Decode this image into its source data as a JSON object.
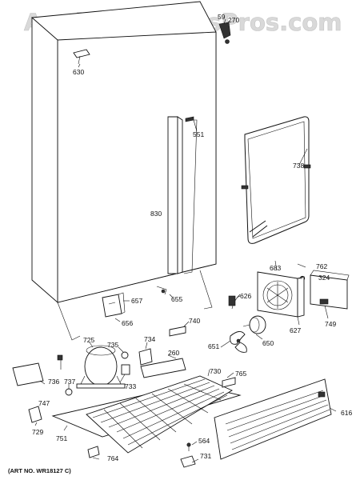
{
  "watermark": "AppliancePartsPros.com",
  "art_number": "(ART NO. WR18127 C)",
  "callouts": {
    "c630": "630",
    "c59": "59",
    "c270": "270",
    "c551": "551",
    "c738": "738",
    "c830": "830",
    "c683": "683",
    "c762": "762",
    "c324": "324",
    "c657": "657",
    "c655": "655",
    "c626": "626",
    "c656": "656",
    "c740": "740",
    "c627": "627",
    "c749": "749",
    "c725": "725",
    "c735": "735",
    "c734": "734",
    "c651": "651",
    "c650": "650",
    "c260": "260",
    "c736": "736",
    "c737": "737",
    "c733": "733",
    "c730": "730",
    "c765": "765",
    "c747": "747",
    "c729": "729",
    "c751": "751",
    "c616": "616",
    "c564": "564",
    "c764": "764",
    "c731": "731"
  }
}
